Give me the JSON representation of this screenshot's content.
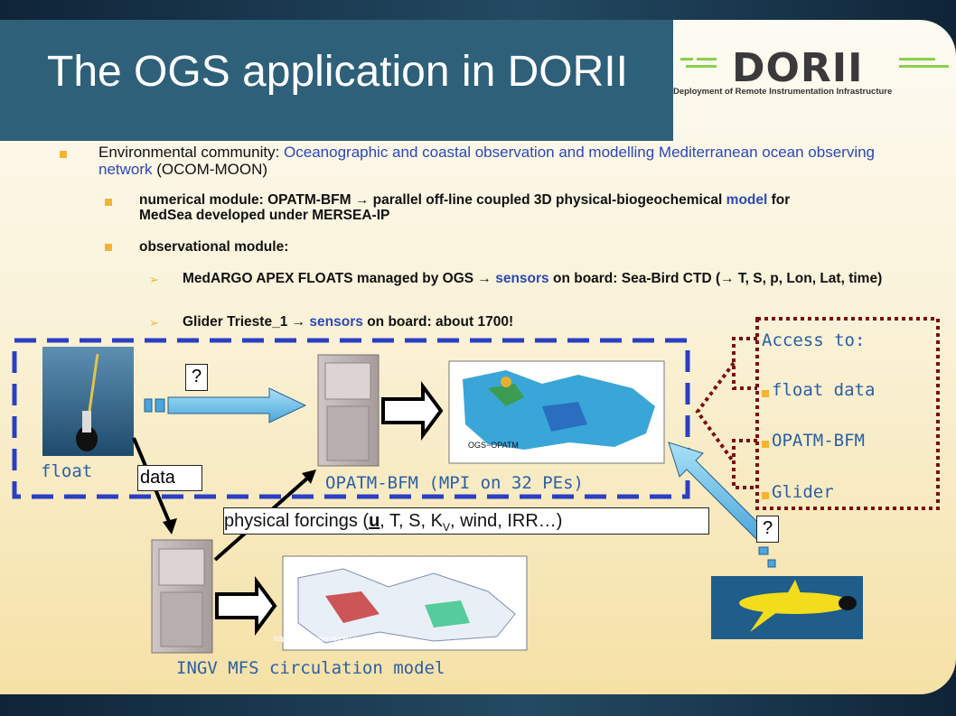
{
  "slide": {
    "title": "The OGS application in DORII",
    "logo": {
      "word": "DORII",
      "subtitle": "Deployment of Remote Instrumentation Infrastructure"
    }
  },
  "bullets": {
    "b1": {
      "pre": "Environmental community: ",
      "link1": "Oceanographic and coastal observation and modelling Mediterranean ocean observing network",
      "post": " (OCOM-MOON)"
    },
    "b2": {
      "pre": "numerical module: OPATM-BFM ",
      "arrow": "→",
      "mid": " parallel off-line coupled 3D physical-biogeochemical ",
      "link": "model",
      "post": " for MedSea developed under MERSEA-IP"
    },
    "b3": {
      "text": "observational module:"
    },
    "b4": {
      "pre": "MedARGO APEX FLOATS managed by OGS ",
      "arrow": "→",
      "link": " sensors",
      "post": " on board: Sea-Bird CTD (",
      "arrow2": "→",
      "post2": " T, S, p, Lon, Lat, time)"
    },
    "b5": {
      "pre": "Glider Trieste_1 ",
      "arrow": "→",
      "link": " sensors",
      "post": " on board: about 1700!"
    }
  },
  "diagram": {
    "float_label": "float",
    "data_label": "data",
    "q1": "?",
    "q2": "?",
    "opatm_label": "OPATM-BFM (MPI on 32 PEs)",
    "forcings": {
      "pre": "physical forcings (",
      "u": "u",
      "mid": ", T, S, K",
      "sub": "V",
      "post": ", wind, IRR…)"
    },
    "ingv_label": "INGV MFS circulation model",
    "map1_caption": "OGS−OPATM",
    "map2_caption": "http://bulletin.mersea.eu.org",
    "access": {
      "title": "Access to:",
      "items": [
        "float data",
        "OPATM-BFM",
        "Glider"
      ]
    }
  },
  "colors": {
    "title_bg": "#2e6079",
    "accent": "#f2b533",
    "link": "#2b48b8",
    "dash_blue": "#2a3fc4",
    "dot_red": "#7a1010"
  }
}
